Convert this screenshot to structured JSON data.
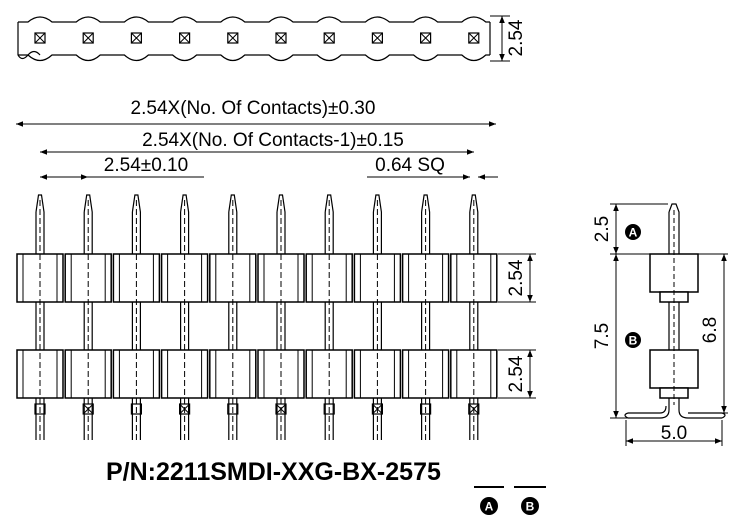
{
  "top_view": {
    "pitch_label": "2.54",
    "pin_count": 10
  },
  "front_view": {
    "dim_overall": "2.54X(No. Of Contacts)±0.30",
    "dim_pitch_total": "2.54X(No. Of Contacts-1)±0.15",
    "dim_pitch": "2.54±0.10",
    "dim_pin_square": "0.64 SQ",
    "dim_row_upper": "2.54",
    "dim_row_lower": "2.54"
  },
  "side_view": {
    "dim_a": "2.5",
    "dim_b": "7.5",
    "dim_height": "6.8",
    "dim_foot": "5.0",
    "marker_a": "A",
    "marker_b": "B"
  },
  "part_number": {
    "prefix": "P/N:2211SMDI-XXG-BX-",
    "field_a": "25",
    "field_b": "75",
    "marker_a": "A",
    "marker_b": "B"
  }
}
